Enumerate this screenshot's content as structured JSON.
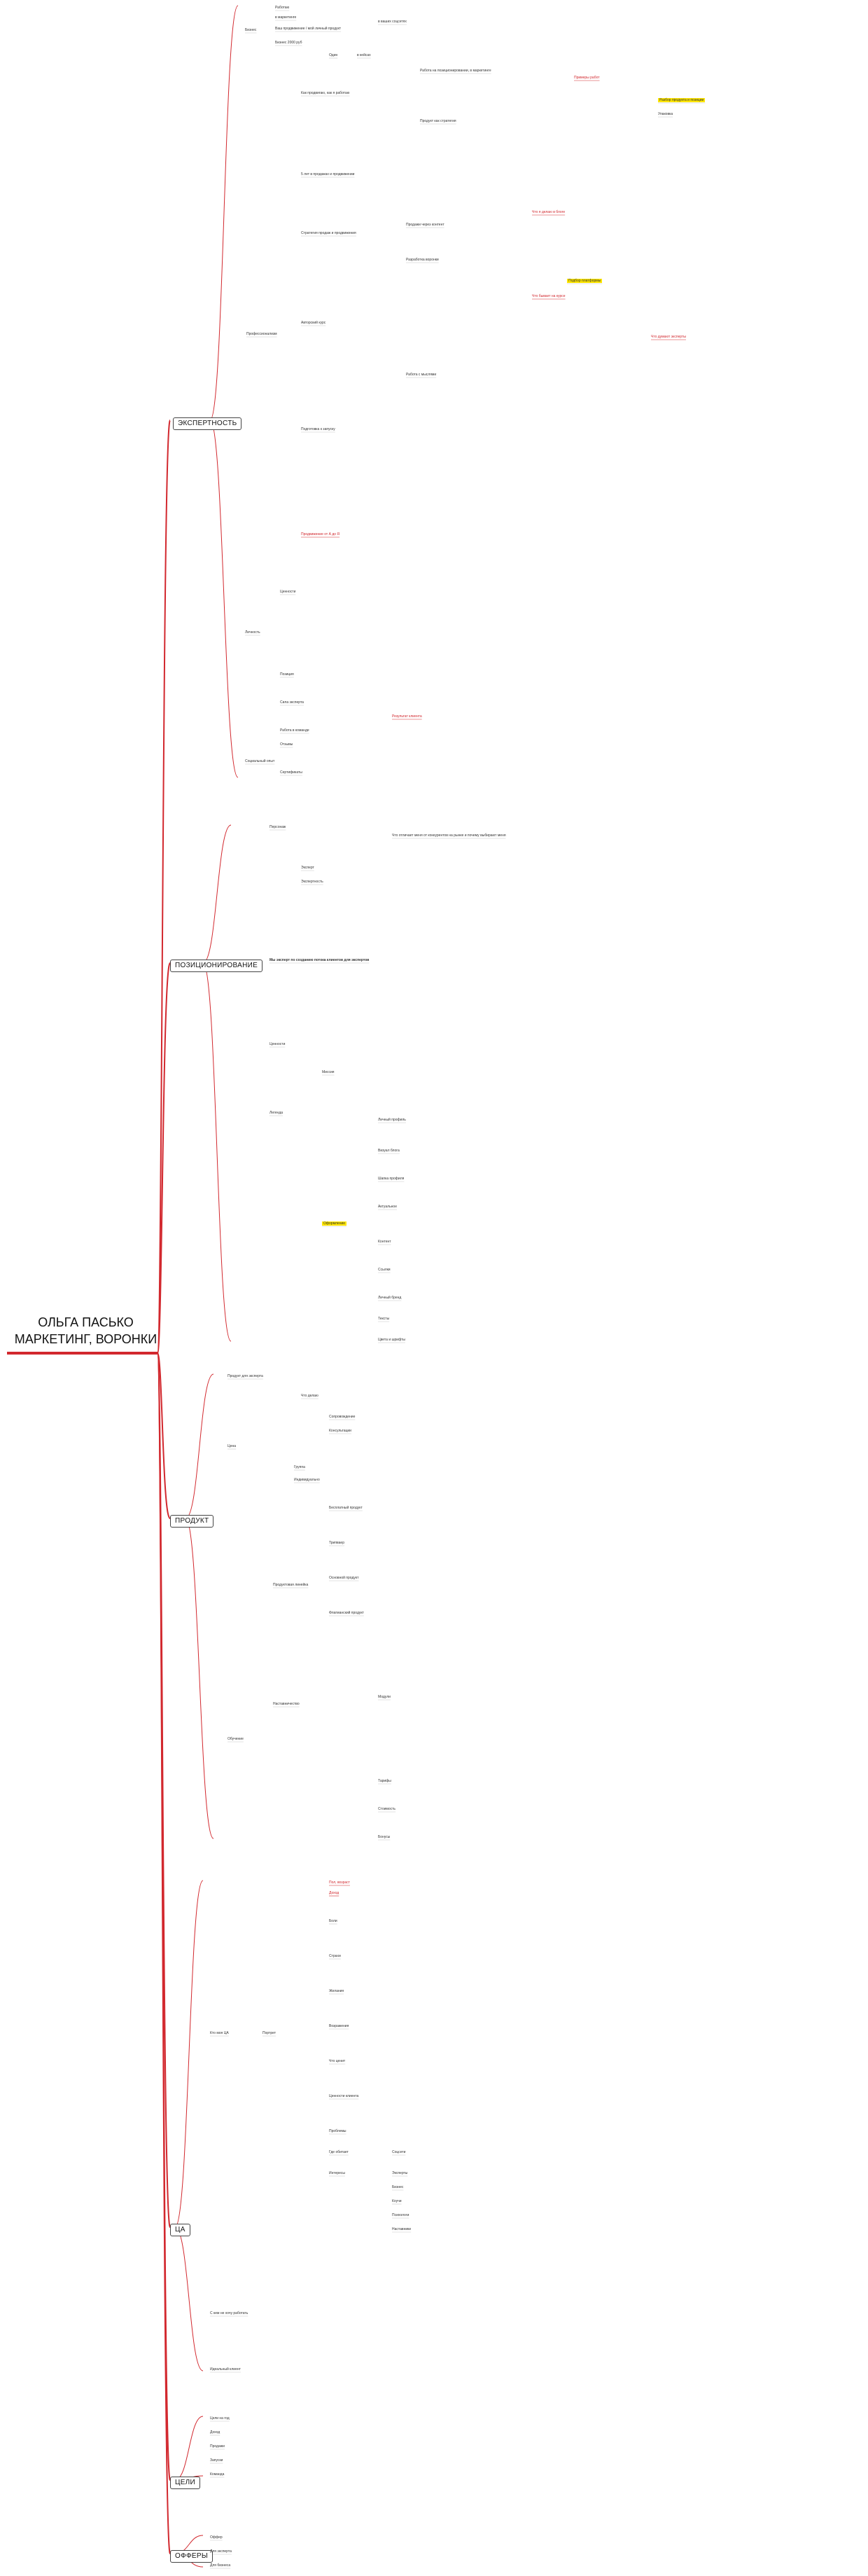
{
  "root": {
    "line1": "ОЛЬГА ПАСЬКО",
    "line2": "МАРКЕТИНГ, ВОРОНКИ"
  },
  "colors": {
    "accent": "#d2282e",
    "highlight": "#ffe600",
    "branch": "#d2282e"
  },
  "branches": {
    "expertise": "ЭКСПЕРТНОСТЬ",
    "positioning": "ПОЗИЦИОНИРОВАНИЕ",
    "product": "ПРОДУКТ",
    "ca": "ЦА",
    "goals": "ЦЕЛИ",
    "offers": "ОФФЕРЫ"
  },
  "nodes": {
    "e01": "Работаю",
    "e02": "в маркетинге",
    "e03": "Бизнес",
    "e04": "Ваш продвижение / мой личный продукт",
    "e05": "в ваших соцсетях",
    "e06": "Бизнес 2000 руб",
    "e07": "Один",
    "e08": "в кейсах",
    "e09": "Профессионализм",
    "e10": "Как продвигаю, как я работаю",
    "e11": "5 лет в продажах и продвижении",
    "e12": "Работа на позиционировании, в маркетинге",
    "e13": "Примеры работ",
    "e14": "Продукт как стратегия",
    "e15": "Разбор продукта и позиции",
    "e16": "Упаковка",
    "e17": "Стратегия продаж и продвижения",
    "e18": "Продажи через контент",
    "e19": "Что я делаю в блоге",
    "e20": "Разработка воронки",
    "e21": "Подбор платформы",
    "e22": "Авторский курс",
    "e23": "Что бывает на курсе",
    "e24": "Что думают эксперты",
    "e25": "Подготовка к запуску",
    "e26": "Работа с мыслями",
    "e27": "Личность",
    "e28": "Ценности",
    "e29": "Социальный опыт",
    "e30": "Продвижение от А до Я",
    "e31": "Позиция",
    "e32": "Сила эксперта",
    "e33": "Работа в команде",
    "e34": "Результат клиента",
    "e35": "Отзывы",
    "e36": "Сертификаты",
    "p01": "Персонаж",
    "p02": "Эксперт",
    "p03": "Экспертность",
    "p04": "Что отличает меня от конкурентов на рынке и почему выбирают меня",
    "p05": "Мы эксперт по созданию потока клиентов для экспертов",
    "p06": "Ценности",
    "p07": "Миссия",
    "p08": "Легенда",
    "p09": "Оформление",
    "p10": "Личный профиль",
    "p11": "Визуал блога",
    "p12": "Шапка профиля",
    "p13": "Актуальное",
    "p14": "Контент",
    "p15": "Ссылки",
    "p16": "Личный бренд",
    "p17": "Тексты",
    "p18": "Цвета и шрифты",
    "pr01": "Продукт для эксперта",
    "pr02": "Что делаю",
    "pr03": "Сопровождение",
    "pr04": "Консультации",
    "pr05": "Цена",
    "pr06": "Группа",
    "pr07": "Индивидуально",
    "pr08": "Продуктовая линейка",
    "pr09": "Бесплатный продукт",
    "pr10": "Трипваер",
    "pr11": "Основной продукт",
    "pr12": "Флагманский продукт",
    "pr13": "Наставничество",
    "pr14": "Обучение",
    "pr15": "Модули",
    "pr16": "Тарифы",
    "pr17": "Стоимость",
    "pr18": "Бонусы",
    "c01": "Кто моя ЦА",
    "c02": "Портрет",
    "c03": "Пол, возраст",
    "c04": "Доход",
    "c05": "Боли",
    "c06": "Страхи",
    "c07": "Желания",
    "c08": "Возражения",
    "c09": "Что ценит",
    "c10": "Ценности клиента",
    "c11": "Проблемы",
    "c12": "Где обитает",
    "c13": "Соцсети",
    "c14": "Интересы",
    "c15": "Эксперты",
    "c16": "Бизнес",
    "c17": "Коучи",
    "c18": "Психологи",
    "c19": "Наставники",
    "c20": "С кем не хочу работать",
    "c21": "Идеальный клиент",
    "g01": "Цели на год",
    "g02": "Доход",
    "g03": "Продажи",
    "g04": "Запуски",
    "g05": "Команда",
    "o01": "Оффер",
    "o02": "Для эксперта",
    "o03": "Для бизнеса"
  }
}
